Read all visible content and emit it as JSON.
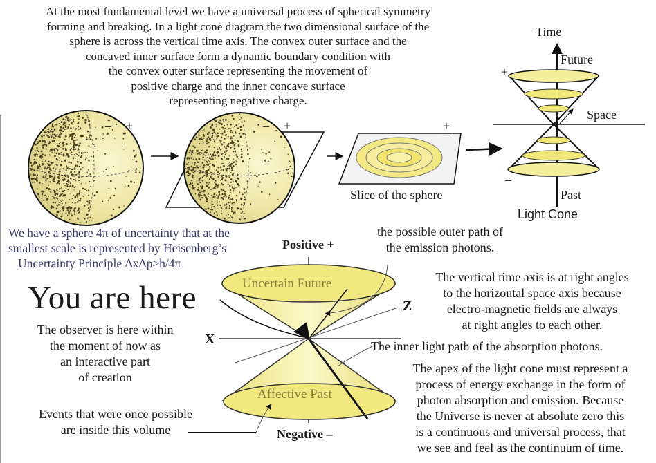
{
  "intro_lines": [
    "At the most fundamental level we have a universal process of spherical symmetry",
    "forming and breaking. In a light cone diagram the two dimensional surface of the",
    "sphere is across the vertical time axis. The convex outer surface and the",
    "concaved inner surface form a dynamic boundary condition with",
    "the convex outer surface representing the movement of",
    "positive charge and the inner concave surface",
    "representing negative charge."
  ],
  "sign_plus": "+",
  "sign_minus": "–",
  "small_cone": {
    "time": "Time",
    "future": "Future",
    "space": "Space",
    "past": "Past",
    "caption": "Light Cone"
  },
  "slice_caption": "Slice of the sphere",
  "uncertainty_lines": [
    "We have a sphere 4π of uncertainty that at the",
    "smallest scale is represented by Heisenberg’s",
    "Uncertainty Principle ΔxΔp≥h/4π"
  ],
  "you_are_here": "You are here",
  "observer_lines": [
    "The observer is here within",
    "the moment of now as",
    "an interactive part",
    "of creation"
  ],
  "events_lines": [
    "Events that were once possible",
    "are inside this volume"
  ],
  "big_cone": {
    "positive": "Positive +",
    "negative": "Negative –",
    "x_axis": "X",
    "z_axis": "Z",
    "future_label": "Uncertain Future",
    "past_label": "Affective Past"
  },
  "outer_path_lines": [
    "the possible outer path of",
    "the emission photons."
  ],
  "vertical_axis_lines": [
    "The vertical time axis is at right angles",
    "to the horizontal space axis because",
    "electro-magnetic fields are always",
    "at right angles to each other."
  ],
  "inner_path": "The inner light path of the absorption photons.",
  "apex_lines": [
    "The apex of the light cone must represent a",
    "process of energy exchange in the form of",
    "photon absorption and emission. Because",
    "the Universe is never at absolute zero this",
    "is a continuous and universal process, that",
    "we see and feel as the continuum of time."
  ],
  "colors": {
    "sphere_fill": "#eee6a4",
    "cone_fill": "#f4ef9c",
    "ellipse_fill": "#f1e87a",
    "dots": "#4a4320",
    "text_blue": "#3a3a6a"
  }
}
